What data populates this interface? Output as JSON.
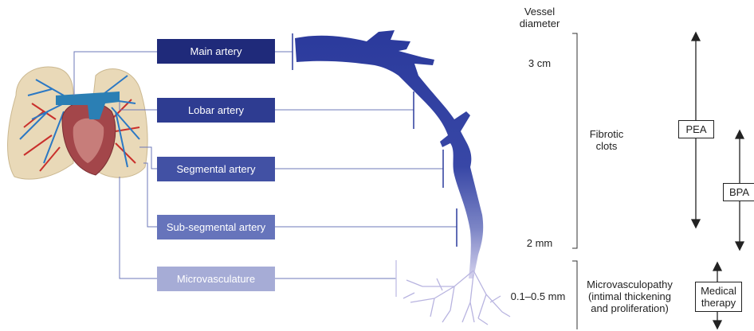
{
  "labels": {
    "main_artery": "Main artery",
    "lobar_artery": "Lobar artery",
    "segmental_artery": "Segmental artery",
    "subsegmental_artery": "Sub-segmental artery",
    "microvasculature": "Microvasculature"
  },
  "label_colors": {
    "main_artery": "#1f2a7a",
    "lobar_artery": "#2e3c91",
    "segmental_artery": "#4251a4",
    "subsegmental_artery": "#6674bb",
    "microvasculature": "#a6acd6"
  },
  "scale": {
    "title_line1": "Vessel",
    "title_line2": "diameter",
    "top": "3 cm",
    "middle": "2 mm",
    "bottom": "0.1–0.5 mm"
  },
  "fibrotic": {
    "line1": "Fibrotic",
    "line2": "clots"
  },
  "microvasculopathy": {
    "line1": "Microvasculopathy",
    "line2": "(intimal thickening",
    "line3": "and proliferation)"
  },
  "treatments": {
    "pea": "PEA",
    "bpa": "BPA",
    "medical_line1": "Medical",
    "medical_line2": "therapy"
  },
  "colors": {
    "vessel_dark": "#2b3a9c",
    "vessel_light": "#c9c6e8",
    "line": "#6d78b8",
    "lung": "#e9d9b8",
    "artery_blue": "#2b78c4",
    "artery_red": "#c9302c",
    "heart": "#a3464a"
  }
}
